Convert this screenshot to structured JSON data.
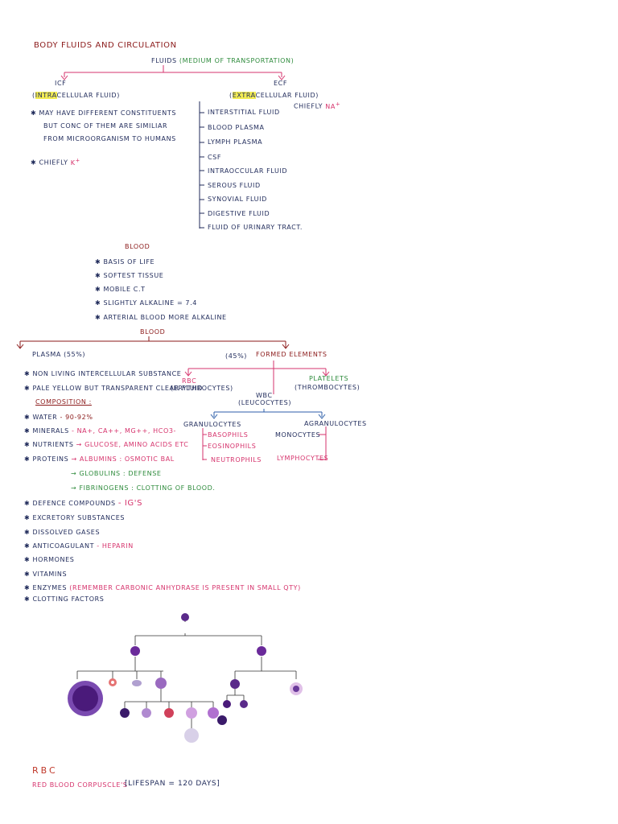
{
  "title": "Body Fluids and circulation",
  "fluids": {
    "label": "Fluids",
    "subtitle": "(Medium of Transportation)",
    "icf": "ICF",
    "icf_full_pre": "(",
    "icf_full_hl": "INTRA",
    "icf_full_post": "cellular fluid)",
    "ecf": "ECF",
    "ecf_full_pre": "(",
    "ecf_full_hl": "Extra",
    "ecf_full_post": "cellular fluid)",
    "ecf_chiefly": "chiefly",
    "ecf_ion": "Na",
    "ecf_ion_sup": "+",
    "icf_points": [
      "May have different constituents",
      "but conc of them are similiar",
      "from microorganism to humans"
    ],
    "icf_chiefly": "chiefly",
    "icf_ion": "K",
    "icf_ion_sup": "+",
    "ecf_items": [
      "Interstitial fluid",
      "Blood plasma",
      "Lymph plasma",
      "CSF",
      "Intraoccular fluid",
      "Serous fluid",
      "Synovial fluid",
      "Digestive fluid",
      "fluid of urinary tract."
    ]
  },
  "blood": {
    "heading": "Blood",
    "points": [
      "Basis of life",
      "Softest tissue",
      "Mobile C.T",
      "Slightly alkaline = 7.4",
      "Arterial blood more alkaline"
    ],
    "split_label": "Blood",
    "plasma": "Plasma (55%)",
    "formed_pct": "(45%)",
    "formed": "Formed Elements",
    "rbc": "RBC",
    "rbc_sub": "(Erythrocytes)",
    "wbc": "WBC",
    "wbc_sub": "(Leucocytes)",
    "platelets": "Platelets",
    "platelets_sub": "(Thrombocytes)",
    "granulocytes": "Granulocytes",
    "granulocytes_list": [
      "Basophils",
      "Eosinophils",
      "Neutrophils"
    ],
    "agranulocytes": "Agranulocytes",
    "agranulocytes_list": [
      "Monocytes",
      "Lymphocytes"
    ]
  },
  "plasma": {
    "points": [
      "Non living intercellular substance",
      "Pale yellow but transparent clear fluid"
    ],
    "composition": "Composition :",
    "water": "Water",
    "water_val": "- 90-92%",
    "minerals": "Minerals",
    "minerals_val": "- Na+, Ca++, Mg++, HCO3-",
    "nutrients": "Nutrients",
    "nutrients_val": "→ Glucose, Amino acids etc",
    "proteins": "Proteins",
    "albumins": "→ Albumins",
    "albumins_val": ": Osmotic bal",
    "globulins": "→ Globulins",
    "globulins_val": ": Defense",
    "fibrinogens": "→ Fibrinogens : Clotting of blood.",
    "defence": "Defence compounds",
    "defence_val": "- Ig's",
    "others": [
      "Excretory substances",
      "Dissolved gases"
    ],
    "anticoagulant": "Anticoagulant",
    "anticoagulant_val": "- Heparin",
    "hormones": "Hormones",
    "vitamins": "Vitamins",
    "enzymes": "Enzymes",
    "enzymes_val": "(Remember carbonic anhydrase is present in small qty)",
    "clotting": "Clotting factors"
  },
  "rbc_section": {
    "heading": "RBC",
    "label": "Red blood corpuscle's",
    "lifespan": "[Lifespan = 120 days]"
  },
  "colors": {
    "navy": "#1f2a5a",
    "maroon": "#8b1a1a",
    "pink": "#d6336c",
    "blue": "#2c5ea8",
    "green": "#2e8b3c",
    "cell_purple": "#4a1a7a"
  }
}
